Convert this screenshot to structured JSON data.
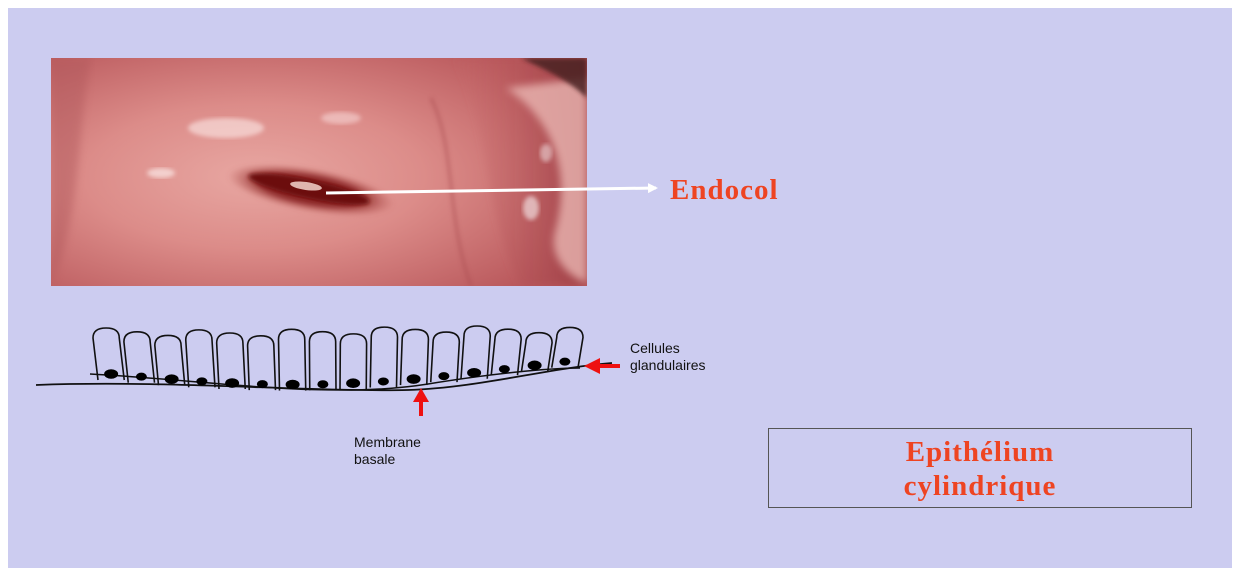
{
  "photo": {
    "alt": "Photographie colposcopique du col utérin"
  },
  "labels": {
    "endocol": "Endocol",
    "cellules": [
      "Cellules",
      "glandulaires"
    ],
    "membrane": [
      "Membrane",
      "basale"
    ]
  },
  "title": {
    "line1": "Epithélium",
    "line2": "cylindrique"
  },
  "colors": {
    "background": "#ccccf0",
    "accent": "#ee4422",
    "arrow_red": "#ee1111",
    "pointer_arrow": "#ffffff",
    "cell_outline": "#111111"
  },
  "diagram": {
    "cell_count": 16
  }
}
